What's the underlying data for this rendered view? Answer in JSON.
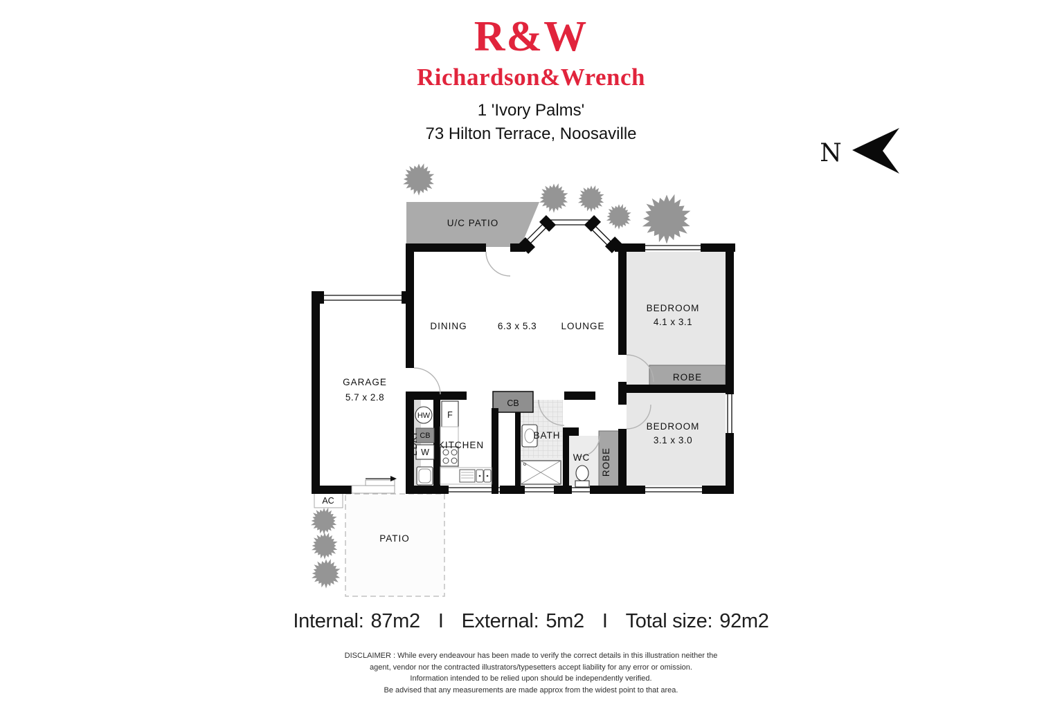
{
  "header": {
    "logo_monogram": "R&W",
    "logo_name": "Richardson&Wrench",
    "address_line1": "1 'Ivory Palms'",
    "address_line2": "73 Hilton Terrace, Noosaville"
  },
  "compass": {
    "label": "N"
  },
  "colors": {
    "brand_red": "#e1243c",
    "wall_black": "#0b0b0b",
    "room_gray": "#e7e7e7",
    "robe_gray": "#a6a6a6",
    "cupboard_gray": "#8f8f8f",
    "patio_gray": "#ababab",
    "tree_gray": "#959595"
  },
  "floorplan": {
    "rooms": {
      "uc_patio": "U/C PATIO",
      "dining": "DINING",
      "living_dims": "6.3 x 5.3",
      "lounge": "LOUNGE",
      "garage": "GARAGE",
      "garage_dims": "5.7 x 2.8",
      "bedroom1": "BEDROOM",
      "bedroom1_dims": "4.1 x 3.1",
      "robe1": "ROBE",
      "bedroom2": "BEDROOM",
      "bedroom2_dims": "3.1 x 3.0",
      "robe2": "ROBE",
      "kitchen": "KITCHEN",
      "bath": "BATH",
      "wc": "WC",
      "ldry": "L'DRY",
      "patio": "PATIO"
    },
    "fixtures": {
      "hot_water": "HW",
      "cupboard_laundry": "CB",
      "washer": "W",
      "fridge": "F",
      "cupboard_hall": "CB",
      "air_conditioner": "AC"
    }
  },
  "footer": {
    "internal_label": "Internal:",
    "internal_value": "87m2",
    "separator1": "I",
    "external_label": "External:",
    "external_value": "5m2",
    "separator2": "I",
    "total_label": "Total size:",
    "total_value": "92m2",
    "disclaimer_line1": "DISCLAIMER : While every endeavour has been made to verify the correct details in this illustration neither the",
    "disclaimer_line2": "agent, vendor nor the contracted illustrators/typesetters accept liability for any error or omission.",
    "disclaimer_line3": "Information intended to be relied upon should be independently verified.",
    "disclaimer_line4": "Be advised that any measurements are made approx from the widest point to that area."
  }
}
